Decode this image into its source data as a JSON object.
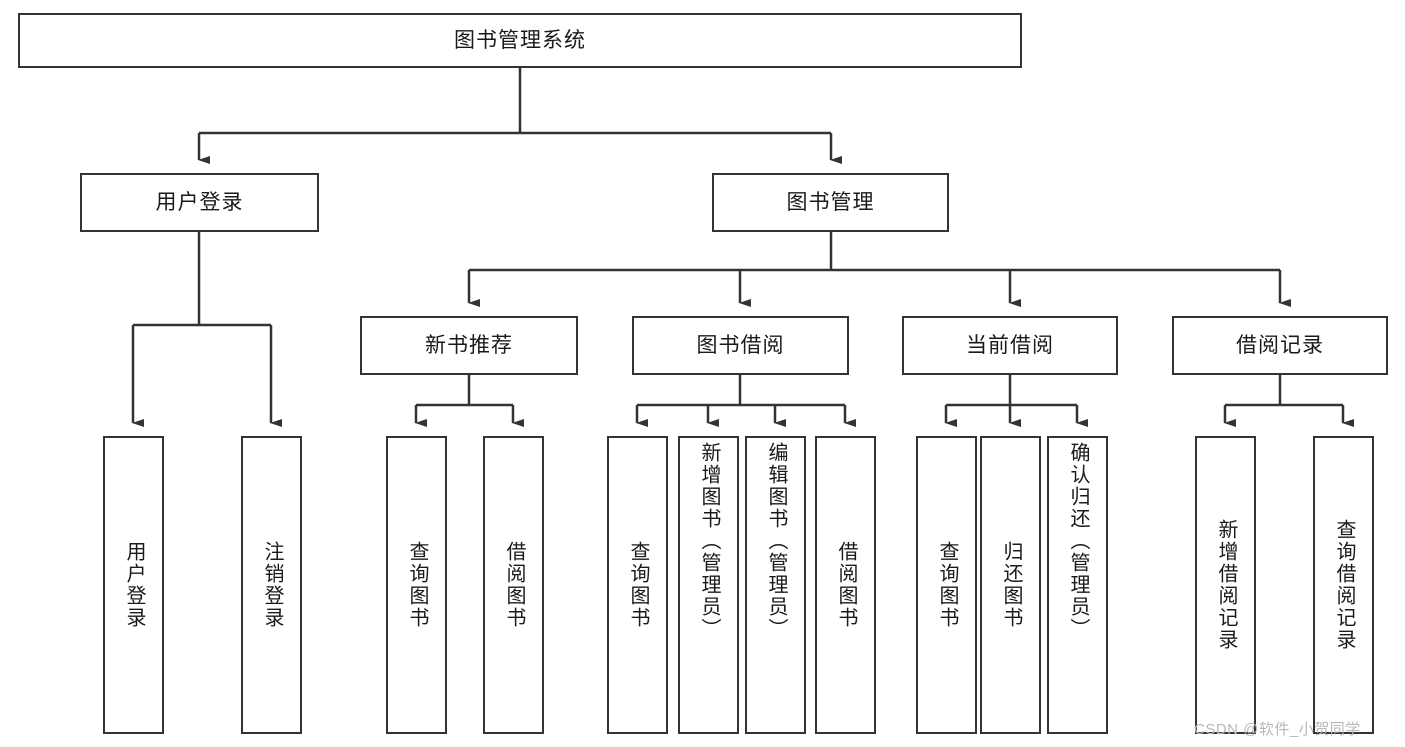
{
  "diagram": {
    "title": "图书管理系统",
    "type": "tree",
    "root": {
      "label": "图书管理系统"
    },
    "level2": [
      {
        "label": "用户登录"
      },
      {
        "label": "图书管理"
      }
    ],
    "level3": [
      {
        "label": "新书推荐"
      },
      {
        "label": "图书借阅"
      },
      {
        "label": "当前借阅"
      },
      {
        "label": "借阅记录"
      }
    ],
    "leaves": {
      "user_login": [
        {
          "label": "用户登录"
        },
        {
          "label": "注销登录"
        }
      ],
      "new_book_recommend": [
        {
          "label": "查询图书"
        },
        {
          "label": "借阅图书"
        }
      ],
      "book_borrow": [
        {
          "label": "查询图书"
        },
        {
          "label": "新增图书（管理员）"
        },
        {
          "label": "编辑图书（管理员）"
        },
        {
          "label": "借阅图书"
        }
      ],
      "current_borrow": [
        {
          "label": "查询图书"
        },
        {
          "label": "归还图书"
        },
        {
          "label": "确认归还（管理员）"
        }
      ],
      "borrow_record": [
        {
          "label": "新增借阅记录"
        },
        {
          "label": "查询借阅记录"
        }
      ]
    }
  },
  "watermark": {
    "text": "CSDN @软件_小贺同学"
  },
  "colors": {
    "stroke": "#333333",
    "fill": "#ffffff",
    "text": "#1a1a1a",
    "watermark": "#b8b8b8"
  }
}
